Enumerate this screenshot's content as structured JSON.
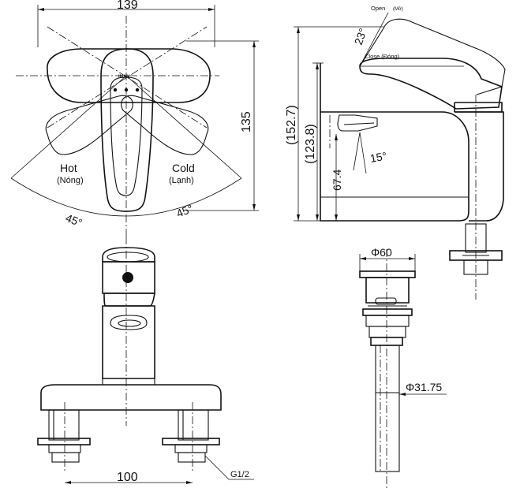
{
  "top_view": {
    "width_dim": "139",
    "depth_dim": "135",
    "hot_label": "Hot",
    "hot_sub": "(Nóng)",
    "cold_label": "Cold",
    "cold_sub": "(Lạnh)",
    "angle_left": "45°",
    "angle_right": "45°",
    "logo": "INAX"
  },
  "side_view": {
    "open_label": "Open",
    "open_sub": "(Mở)",
    "close_label": "Close (Đóng)",
    "open_angle": "23°",
    "spout_angle": "15°",
    "total_height": "(152.7)",
    "body_height": "(123.8)",
    "spout_height": "67.4"
  },
  "front_view": {
    "center_distance": "100",
    "thread": "G1/2"
  },
  "drain_view": {
    "flange_diameter": "Φ60",
    "pipe_diameter": "Φ31.75"
  }
}
